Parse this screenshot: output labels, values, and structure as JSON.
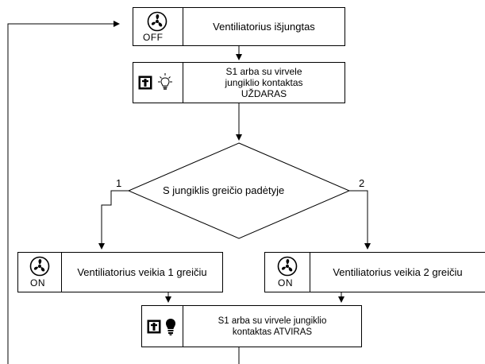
{
  "nodes": {
    "fan_off": {
      "state": "OFF",
      "text": "Ventiliatorius išjungtas"
    },
    "switch_closed": {
      "text_line1": "S1 arba su virvele",
      "text_line2": "jungiklio kontaktas",
      "text_line3": "UŽDARAS"
    },
    "decision": {
      "text": "S jungiklis greičio padėtyje",
      "branch_left": "1",
      "branch_right": "2"
    },
    "fan_speed1": {
      "state": "ON",
      "text": "Ventiliatorius veikia 1 greičiu"
    },
    "fan_speed2": {
      "state": "ON",
      "text": "Ventiliatorius veikia 2 greičiu"
    },
    "switch_open": {
      "text_line1": "S1 arba su virvele jungiklio",
      "text_line2": "kontaktas ATVIRAS"
    }
  },
  "icons": {
    "fan": "fan-icon",
    "switch": "switch-icon",
    "lamp_on": "lamp-on-icon",
    "lamp_off": "lamp-off-icon"
  }
}
